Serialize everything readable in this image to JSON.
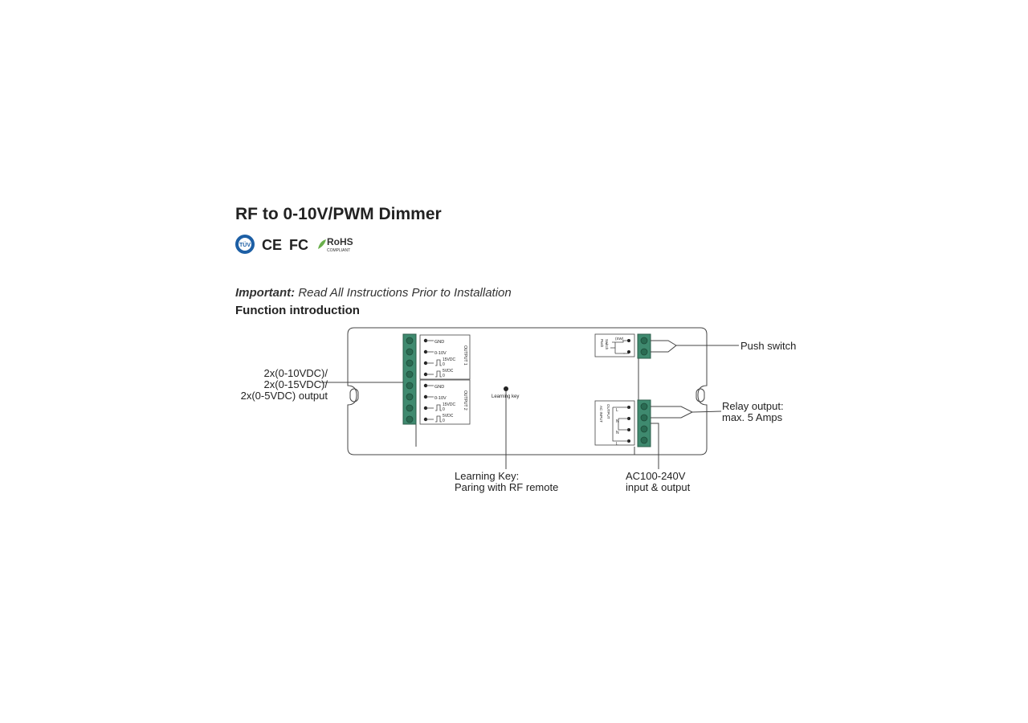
{
  "title": "RF to 0-10V/PWM Dimmer",
  "certifications": {
    "tuv": "TÜV",
    "ce": "CE",
    "fc": "FC",
    "rohs": "RoHS",
    "rohs_sub": "COMPLIANT"
  },
  "important": {
    "label": "Important:",
    "text": " Read All Instructions Prior to Installation"
  },
  "section_title": "Function introduction",
  "callouts": {
    "output": [
      "2x(0-10VDC)/",
      "2x(0-15VDC)/",
      "2x(0-5VDC) output"
    ],
    "push_switch": "Push switch",
    "relay": [
      "Relay output:",
      "max. 5 Amps"
    ],
    "learning": [
      "Learning Key:",
      "Paring with RF remote"
    ],
    "ac": [
      "AC100-240V",
      "input & output"
    ]
  },
  "board": {
    "output1": {
      "label": "OUTPUT 1",
      "gnd": "GND",
      "v010": "0-10V",
      "v15": "15VDC",
      "v5": "5VDC",
      "zero": "0"
    },
    "output2": {
      "label": "OUTPUT 2",
      "gnd": "GND",
      "v010": "0-10V",
      "v15": "15VDC",
      "v5": "5VDC",
      "zero": "0"
    },
    "learning_key": "Learning key",
    "push_box": {
      "label1": "Push",
      "label2": "Switch",
      "label3": "(SW)"
    },
    "ac_box": {
      "input_label": "AC INPUT",
      "output_label": "OUTPUT",
      "terms": [
        "L",
        "N",
        "N",
        "L"
      ]
    }
  },
  "colors": {
    "terminal": "#3f8a6f",
    "line": "#444444"
  }
}
